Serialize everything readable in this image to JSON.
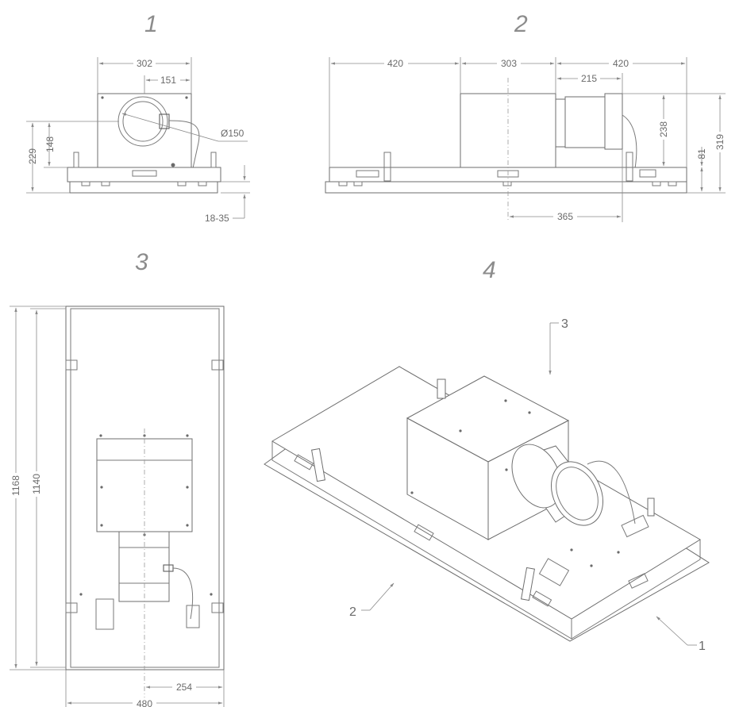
{
  "views": {
    "v1": {
      "title": "1",
      "dim_width": "302",
      "dim_center": "151",
      "dim_diameter": "Ø150",
      "dim_total_height": "229",
      "dim_duct_height": "148",
      "dim_ceiling": "18-35"
    },
    "v2": {
      "title": "2",
      "dim_left": "420",
      "dim_mid": "303",
      "dim_right": "420",
      "dim_duct": "215",
      "dim_duct_height": "238",
      "dim_bottom": "365",
      "dim_small": "81",
      "dim_total": "319"
    },
    "v3": {
      "title": "3",
      "dim_outer": "1168",
      "dim_inner": "1140",
      "dim_offset": "254",
      "dim_width": "480"
    },
    "v4": {
      "title": "4",
      "callout_1": "1",
      "callout_2": "2",
      "callout_3": "3"
    }
  }
}
